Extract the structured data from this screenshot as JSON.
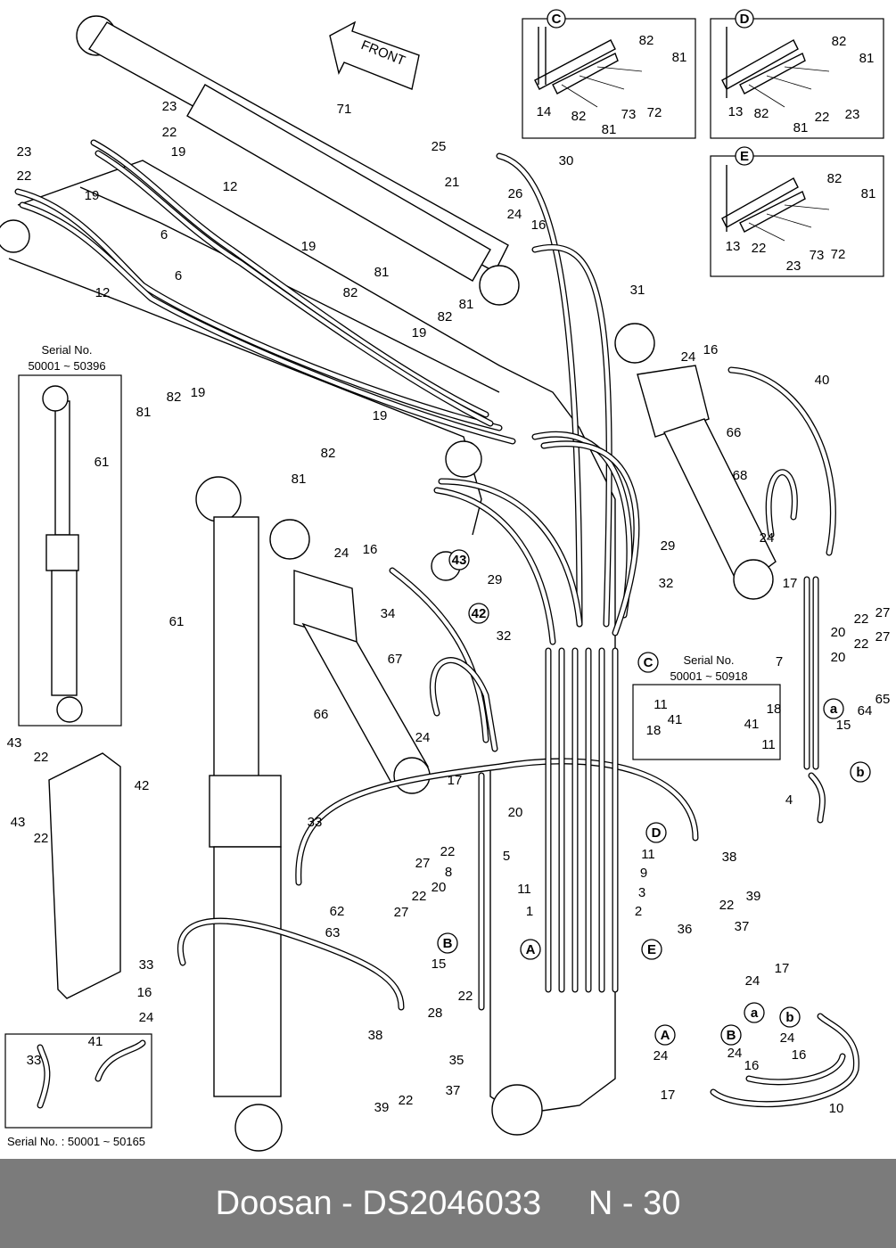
{
  "diagram": {
    "front_label": "FRONT",
    "serial_notes": [
      "Serial No.",
      "50001 ~ 50396",
      "Serial No.",
      "50001 ~ 50918",
      "Serial No. : 50001 ~ 50165"
    ],
    "detail_boxes": [
      "C",
      "D",
      "E"
    ],
    "part_numbers": [
      "23",
      "22",
      "19",
      "23",
      "22",
      "19",
      "12",
      "6",
      "12",
      "6",
      "71",
      "25",
      "21",
      "26",
      "24",
      "16",
      "30",
      "31",
      "19",
      "81",
      "82",
      "82",
      "81",
      "19",
      "81",
      "82",
      "19",
      "61",
      "19",
      "82",
      "81",
      "24",
      "16",
      "29",
      "32",
      "34",
      "61",
      "67",
      "66",
      "24",
      "17",
      "24",
      "16",
      "40",
      "66",
      "68",
      "29",
      "32",
      "24",
      "17",
      "27",
      "22",
      "20",
      "22",
      "27",
      "20",
      "7",
      "64",
      "65",
      "15",
      "4",
      "11",
      "41",
      "18",
      "41",
      "18",
      "11",
      "20",
      "27",
      "22",
      "8",
      "5",
      "20",
      "22",
      "27",
      "11",
      "1",
      "15",
      "22",
      "28",
      "33",
      "62",
      "63",
      "11",
      "9",
      "3",
      "2",
      "38",
      "39",
      "22",
      "36",
      "37",
      "43",
      "22",
      "42",
      "43",
      "22",
      "33",
      "16",
      "24",
      "33",
      "41",
      "38",
      "35",
      "37",
      "39",
      "22",
      "24",
      "17",
      "24",
      "16",
      "24",
      "24",
      "16",
      "17",
      "10",
      "14",
      "82",
      "81",
      "82",
      "81",
      "73",
      "72",
      "13",
      "82",
      "81",
      "82",
      "81",
      "22",
      "23",
      "13",
      "82",
      "81",
      "22",
      "23",
      "73",
      "72"
    ],
    "callouts": [
      "43",
      "42",
      "C",
      "a",
      "b",
      "B",
      "A",
      "D",
      "E",
      "a",
      "b",
      "A",
      "B"
    ]
  },
  "footer": {
    "text": "Doosan - DS2046033     N - 30"
  }
}
